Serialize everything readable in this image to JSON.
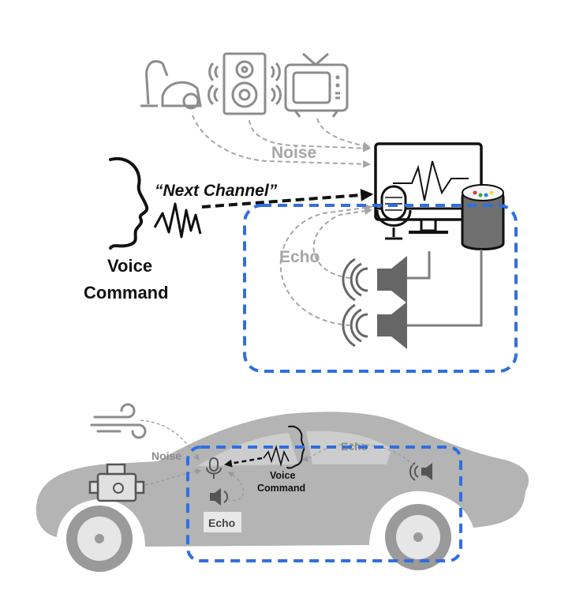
{
  "top_scene": {
    "noise_label": "Noise",
    "echo_label": "Echo",
    "command_quote": "“Next Channel”",
    "voice_label_line1": "Voice",
    "voice_label_line2": "Command"
  },
  "car_scene": {
    "noise_label": "Noise",
    "echo_label_top": "Echo",
    "echo_label_bottom": "Echo",
    "voice_label_line1": "Voice",
    "voice_label_line2": "Command"
  },
  "colors": {
    "boundary": "#2f6fe0",
    "noise": "#a6a6a6",
    "command_arrow": "#111111",
    "smart_speaker_lights": [
      "#e53935",
      "#43a047",
      "#1e88e5",
      "#fdd835"
    ]
  },
  "icons": [
    "vacuum-cleaner-icon",
    "loudspeaker-icon",
    "television-icon",
    "monitor-icon",
    "microphone-icon",
    "smart-speaker-icon",
    "speaker-icon",
    "wind-icon",
    "engine-icon",
    "car-icon",
    "head-profile-icon"
  ]
}
